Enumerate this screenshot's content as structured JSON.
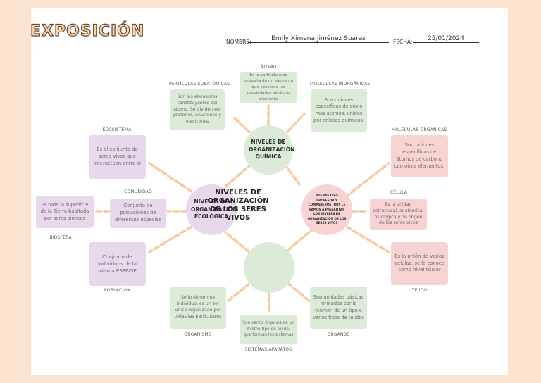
{
  "header": {
    "title": "EXPOSICIÓN",
    "name_label": "NOMBRE:",
    "name_value": "Emily Ximena Jiménez Suárez",
    "date_label": "FECHA:",
    "date_value": "25/01/2024"
  },
  "center": {
    "title": "NIVELES DE ORGANIZACIÓN DE LOS SERES VIVOS"
  },
  "hubs": {
    "quimica": "NIVELES DE ORGANIZACIÓN QUÍMICA",
    "ecologica": "NIVELES DE ORGANIZACIÓN ECOLÓGICA",
    "greeting": "BUENAS DÍAS PROFESOR Y COMPAÑEROS, HOY LE VAMOS A PRESENTAR LOS NIVELES DE ORGANIZACIÓN DE LOS SERES VIVOS"
  },
  "nodes": {
    "atomo": {
      "label": "ÁTOMO",
      "text": "Es la partícula mas pequeña de un elemento que conserva las propiedades de dicho elemento"
    },
    "subatomicas": {
      "label": "PARTÍCULAS SUBATÓMICAS",
      "text": "Son los elementos constituyentes del átomo. Se dividen en: protones, neutrones y electrones"
    },
    "inorganicas": {
      "label": "MOLÉCULAS INORGÁNICAS",
      "text": "Son uniones específicas de dos o más átomos, unidos por enlaces químicos."
    },
    "organicas": {
      "label": "MOLÉCULAS ORGÁNICAS",
      "text": "Son uniones específicas de átomos de carbono con otros elementos."
    },
    "celula": {
      "label": "CÉLULA",
      "text": "Es la unidad estructural, anatómica, fisiológica y de origen de los seres vivos"
    },
    "tejido": {
      "label": "TEJIDO",
      "text": "Es la unión de varias células, se lo conoce como nivel tisular"
    },
    "organos": {
      "label": "ÓRGANOS",
      "text": "Son unidades básicas formadas por la reunión de un tipo o varios tipos de tejidos"
    },
    "sistemas": {
      "label": "SISTEMAS/APARATOS",
      "text": "Son varios órganos de un mismo tipo de tejido, que forman los sistemas"
    },
    "organismo": {
      "label": "ORGANISMO",
      "text": "Se lo denomina individuo, es un ser único organizado por todas las particulares"
    },
    "poblacion": {
      "label": "POBLACIÓN",
      "text": "Conjunto de individuos de la misma ESPECIE"
    },
    "comunidad": {
      "label": "COMUNIDAD",
      "text": "Conjunto de poblaciones de diferentes especies"
    },
    "biosfera": {
      "label": "BIOSFERA",
      "text": "Es toda la superficie de la Tierra habitada por seres bióticos"
    },
    "ecosistema": {
      "label": "ECOSISTEMA",
      "text": "Es el conjunto de seres vivos que interactúan entre sí"
    }
  },
  "colors": {
    "background": "#fbe3d0",
    "dash": "#f6caa0",
    "purple": "#e7d8ec",
    "green": "#dcebd8",
    "pink": "#f7d4d2",
    "title_fill": "#f6d1a9",
    "title_stroke": "#6a4a32"
  }
}
